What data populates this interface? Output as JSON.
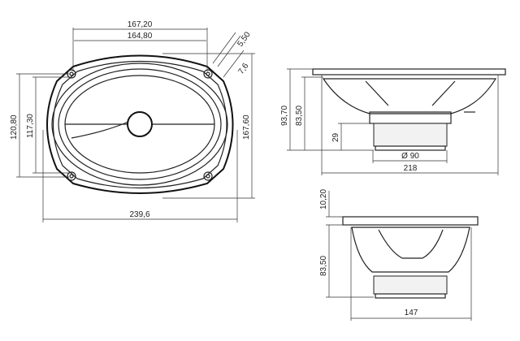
{
  "front_view": {
    "dims": {
      "outer_width": "167,20",
      "inner_width": "164,80",
      "hole_diameter": "5,50",
      "hole_offset": "7,6",
      "outer_height": "120,80",
      "inner_height": "117,30",
      "overall_height": "167,60",
      "overall_width": "239,6"
    }
  },
  "side_view_long": {
    "dims": {
      "total_depth": "93,70",
      "mount_depth": "83,50",
      "magnet_height": "29",
      "magnet_diameter": "Ø 90",
      "width": "218"
    }
  },
  "side_view_short": {
    "dims": {
      "flange_height": "10,20",
      "mount_depth": "83,50",
      "width": "147"
    }
  }
}
